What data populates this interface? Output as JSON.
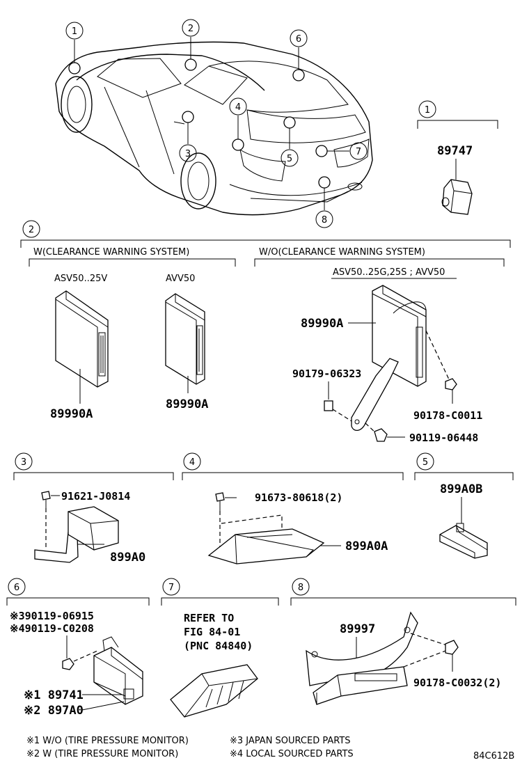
{
  "callouts": [
    "1",
    "2",
    "3",
    "4",
    "5",
    "6",
    "7",
    "8"
  ],
  "section1": {
    "part": "89747"
  },
  "section2": {
    "with_label": "W(CLEARANCE WARNING SYSTEM)",
    "without_label": "W/O(CLEARANCE WARNING SYSTEM)",
    "model_a": "ASV50..25V",
    "model_b": "AVV50",
    "model_c": "ASV50..25G,25S ; AVV50",
    "part_a": "89990A",
    "part_b": "89990A",
    "part_c": "89990A",
    "bolt_1": "90179-06323",
    "nut_1": "90178-C0011",
    "bolt_2": "90119-06448"
  },
  "section3": {
    "bolt": "91621-J0814",
    "part": "899A0"
  },
  "section4": {
    "bolt": "91673-80618(2)",
    "part": "899A0A"
  },
  "section5": {
    "part": "899A0B"
  },
  "section6": {
    "bolt_japan": "※390119-06915",
    "bolt_local": "※490119-C0208",
    "part_wo": "※1 89741",
    "part_w": "※2 897A0"
  },
  "section7": {
    "ref_line1": "REFER TO",
    "ref_line2": "FIG 84-01",
    "ref_line3": "(PNC 84840)"
  },
  "section8": {
    "part": "89997",
    "nut": "90178-C0032(2)"
  },
  "notes": {
    "n1": "※1  W/O (TIRE PRESSURE MONITOR)",
    "n2": "※2  W (TIRE PRESSURE MONITOR)",
    "n3": "※3  JAPAN SOURCED PARTS",
    "n4": "※4  LOCAL SOURCED PARTS"
  },
  "figure_code": "84C612B"
}
